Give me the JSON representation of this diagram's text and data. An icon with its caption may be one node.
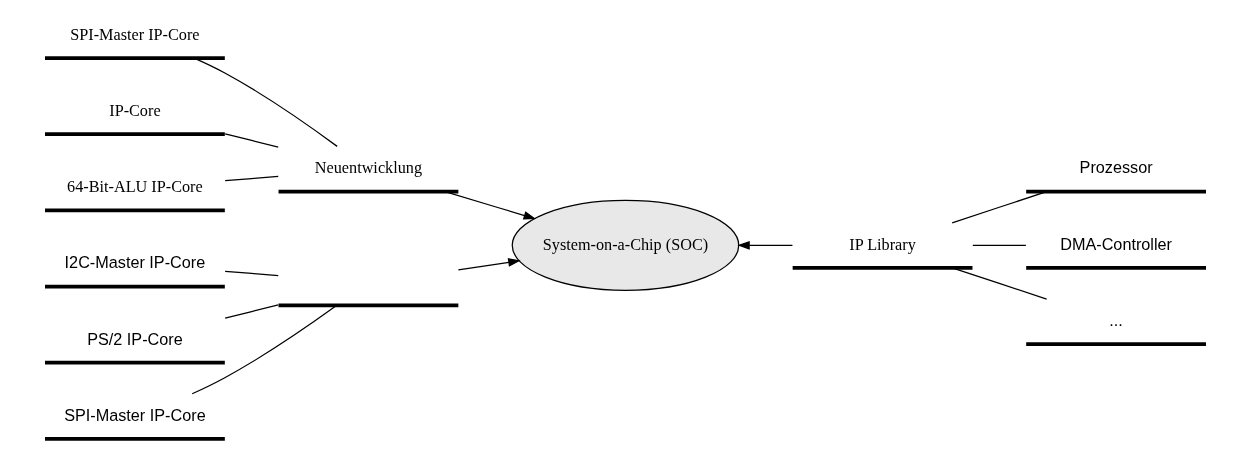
{
  "diagram": {
    "nodes": [
      {
        "text": [
          "System-on-a-Chip (SOC)"
        ]
      },
      {
        "text": [
          "Neuentwicklung"
        ]
      },
      {
        "text": [
          "SPI-Master IP-Core"
        ]
      },
      {
        "text": [
          "IP-Core"
        ]
      },
      {
        "text": [
          "64-Bit-ALU IP-Core"
        ]
      },
      {
        "text": [],
        "shape": "bar"
      },
      {
        "text": [
          "I2C-Master IP-Core"
        ]
      },
      {
        "text": [
          "PS/2 IP-Core"
        ]
      },
      {
        "text": [
          "SPI-Master IP-Core"
        ]
      },
      {
        "text": [
          "IP Library"
        ]
      },
      {
        "text": [
          "Prozessor"
        ]
      },
      {
        "text": [
          "DMA-Controller"
        ]
      },
      {
        "text": [
          "..."
        ]
      }
    ],
    "edges": [
      {
        "from": 2,
        "to": 1,
        "arrow": "none"
      },
      {
        "from": 3,
        "to": 1,
        "arrow": "none"
      },
      {
        "from": 4,
        "to": 1,
        "arrow": "none"
      },
      {
        "from": 1,
        "to": 0,
        "arrow": "to"
      },
      {
        "from": 6,
        "to": 5,
        "arrow": "none"
      },
      {
        "from": 7,
        "to": 5,
        "arrow": "none"
      },
      {
        "from": 8,
        "to": 5,
        "arrow": "none"
      },
      {
        "from": 5,
        "to": 0,
        "arrow": "to"
      },
      {
        "from": 10,
        "to": 9,
        "arrow": "none"
      },
      {
        "from": 11,
        "to": 9,
        "arrow": "none"
      },
      {
        "from": 12,
        "to": 9,
        "arrow": "none"
      },
      {
        "from": 9,
        "to": 0,
        "arrow": "to"
      }
    ]
  }
}
